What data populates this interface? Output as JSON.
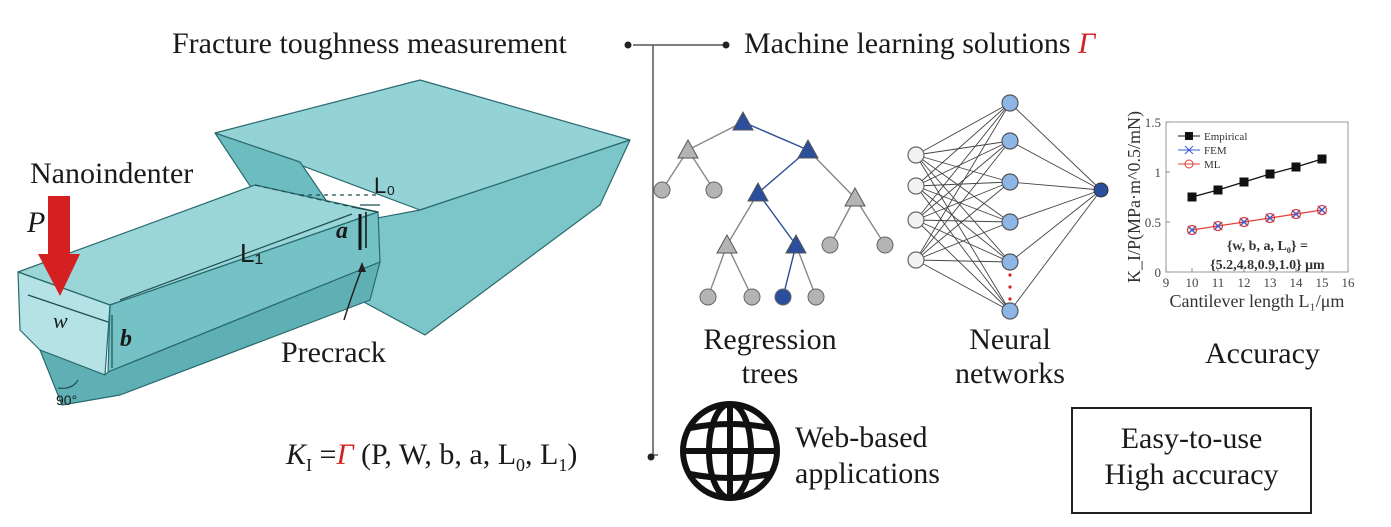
{
  "header": {
    "left_title": "Fracture toughness measurement",
    "right_title_text": "Machine learning solutions ",
    "right_title_symbol": "Γ"
  },
  "beam": {
    "nanoindenter": "Nanoindenter",
    "load": "P",
    "l0": "L₀",
    "l1": "L₁",
    "a": "a",
    "w": "w",
    "b": "b",
    "angle": "90°",
    "precrack": "Precrack"
  },
  "regression_trees": {
    "label_line1": "Regression",
    "label_line2": "trees"
  },
  "neural_networks": {
    "label_line1": "Neural",
    "label_line2": "networks"
  },
  "accuracy": {
    "label": "Accuracy"
  },
  "formula": {
    "k": "K",
    "k_sub": "I",
    "eq": " =",
    "gamma": "Γ",
    "args": " (P, W, b, a, L",
    "args_sub0": "0",
    "args_mid": ", L",
    "args_sub1": "1",
    "args_end": ")"
  },
  "web": {
    "line1": "Web-based",
    "line2": "applications"
  },
  "summary_box": {
    "line1": "Easy-to-use",
    "line2": "High accuracy"
  },
  "colors": {
    "beam_fill": "#8fd0d2",
    "beam_side": "#74c0c4",
    "beam_dark": "#5fb0b4",
    "arrow_red": "#d42020",
    "node_blue": "#2b4f9c",
    "node_gray": "#b4b4b4",
    "nn_blue": "#8db6e6",
    "empirical": "#111111",
    "fem": "#3a5bd0",
    "ml": "#e0413a"
  },
  "chart_data": {
    "type": "scatter",
    "xlabel": "Cantilever length L₁/μm",
    "ylabel": "K_I/P(MPa·m^0.5/mN)",
    "xlim": [
      9,
      16
    ],
    "ylim": [
      0,
      1.5
    ],
    "xticks": [
      9,
      10,
      11,
      12,
      13,
      14,
      15,
      16
    ],
    "yticks": [
      0,
      0.5,
      1,
      1.5
    ],
    "annotation_line1": "{w, b, a, L₀} =",
    "annotation_line2": "{5.2,4.8,0.9,1.0} μm",
    "legend_position": "top-left",
    "series": [
      {
        "name": "Empirical",
        "x": [
          10,
          11,
          12,
          13,
          14,
          15
        ],
        "y": [
          0.75,
          0.82,
          0.9,
          0.98,
          1.05,
          1.13
        ]
      },
      {
        "name": "FEM",
        "x": [
          10,
          11,
          12,
          13,
          14,
          15
        ],
        "y": [
          0.42,
          0.46,
          0.5,
          0.54,
          0.58,
          0.62
        ]
      },
      {
        "name": "ML",
        "x": [
          10,
          11,
          12,
          13,
          14,
          15
        ],
        "y": [
          0.42,
          0.46,
          0.5,
          0.54,
          0.58,
          0.62
        ]
      }
    ]
  }
}
